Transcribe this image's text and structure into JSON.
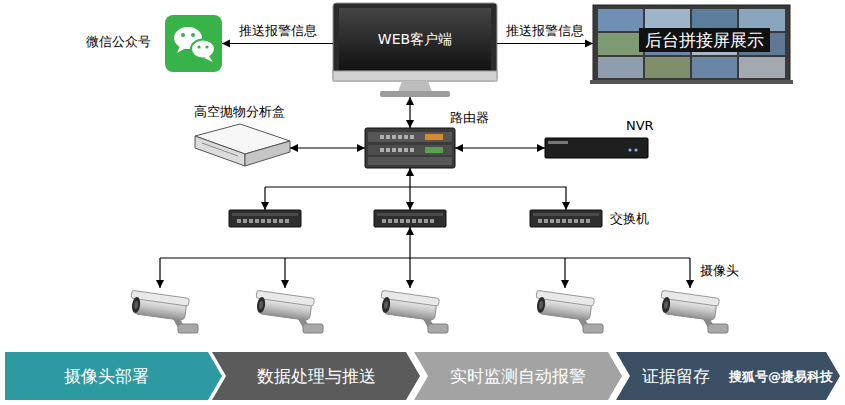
{
  "diagram": {
    "nodes": [
      {
        "text": [
          "微信公众号"
        ]
      },
      {
        "text": [
          "WEB客户端"
        ]
      },
      {
        "text": [
          "后台拼接屏展示"
        ]
      },
      {
        "text": [
          "高空抛物分析盒"
        ]
      },
      {
        "text": [
          "路由器"
        ]
      },
      {
        "text": [
          "NVR"
        ]
      },
      {
        "text": [
          "交换机"
        ]
      },
      {
        "text": [
          "摄像头"
        ]
      },
      {
        "text": [
          "摄像头部署"
        ]
      },
      {
        "text": [
          "数据处理与推送"
        ]
      },
      {
        "text": [
          "实时监测自动报警"
        ]
      },
      {
        "text": [
          "证据留存"
        ]
      }
    ],
    "edges": [
      {
        "from": 1,
        "to": 0,
        "arrow": "to",
        "label": "推送报警信息"
      },
      {
        "from": 1,
        "to": 2,
        "arrow": "to",
        "label": "推送报警信息"
      },
      {
        "from": 4,
        "to": 1,
        "arrow": "both"
      },
      {
        "from": 3,
        "to": 4,
        "arrow": "both"
      },
      {
        "from": 4,
        "to": 5,
        "arrow": "both"
      },
      {
        "from": 4,
        "to": 6,
        "arrow": "both"
      }
    ],
    "labels": [
      "搜狐号@捷易科技"
    ]
  }
}
